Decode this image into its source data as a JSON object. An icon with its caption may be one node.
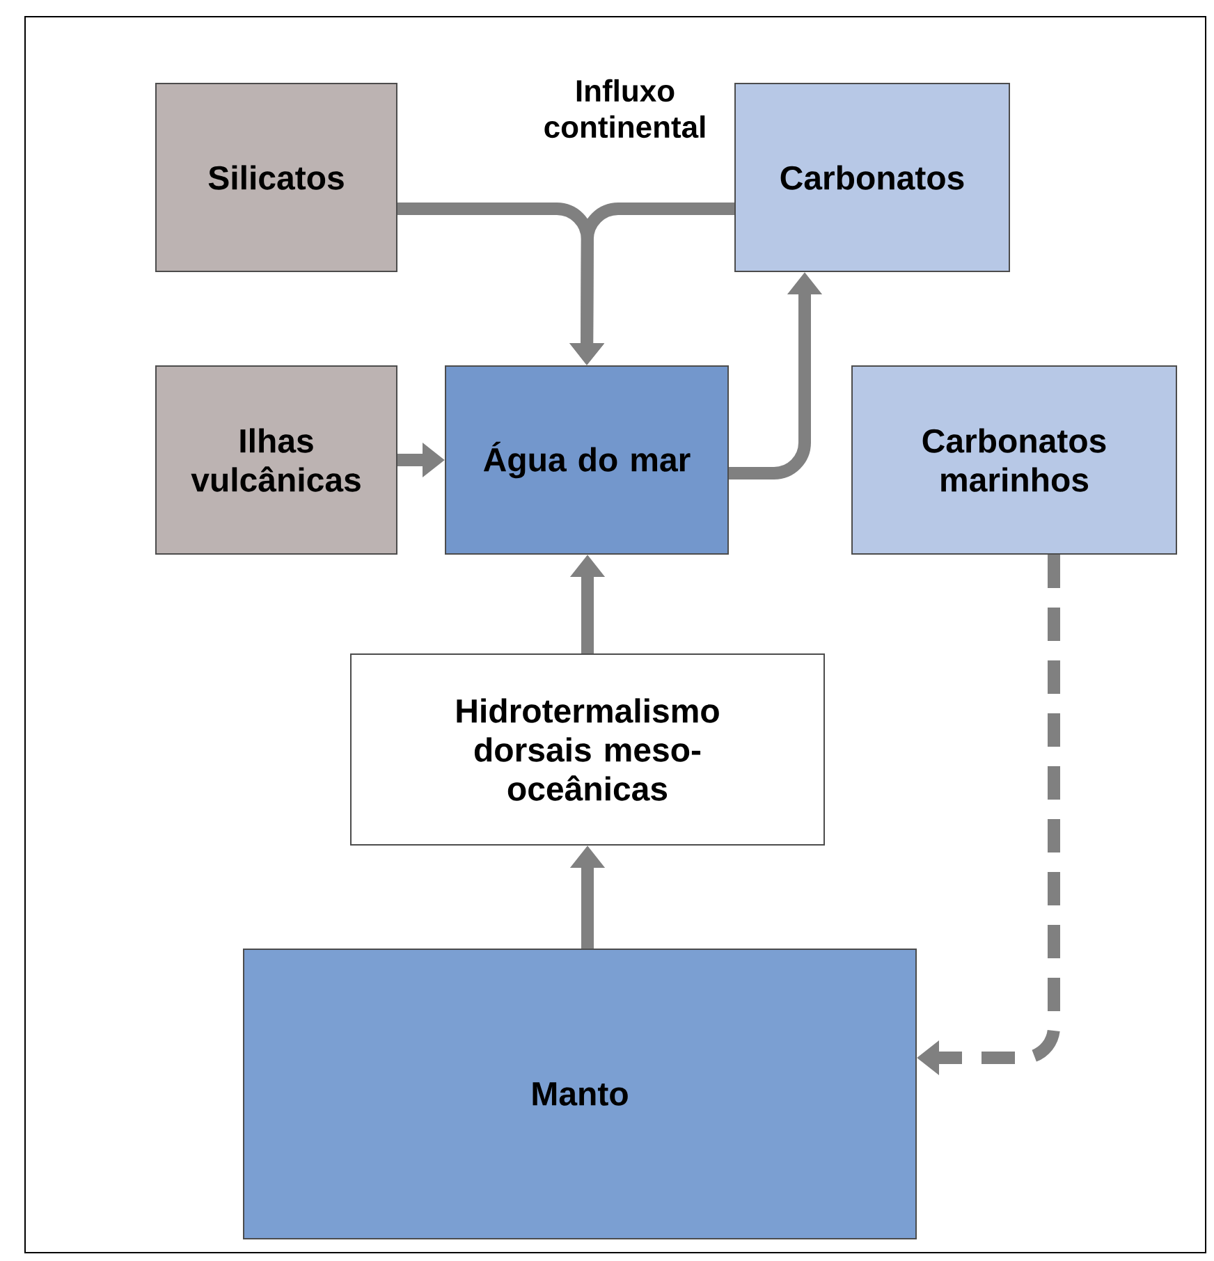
{
  "diagram": {
    "nodes": [
      {
        "text": [
          "Silicatos"
        ]
      },
      {
        "text": [
          "Carbonatos"
        ]
      },
      {
        "text": [
          "Ilhas vulcânicas"
        ]
      },
      {
        "text": [
          "Água do mar"
        ]
      },
      {
        "text": [
          "Carbonatos marinhos"
        ]
      },
      {
        "text": [
          "Hidrotermalismo dorsais meso-oceânicas"
        ]
      },
      {
        "text": [
          "Manto"
        ]
      }
    ],
    "edges": [
      {
        "from": 0,
        "to": 3,
        "arrow": "to"
      },
      {
        "from": 1,
        "to": 3,
        "arrow": "to"
      },
      {
        "from": 2,
        "to": 3,
        "arrow": "to"
      },
      {
        "from": 3,
        "to": 1,
        "arrow": "to"
      },
      {
        "from": 5,
        "to": 3,
        "arrow": "to"
      },
      {
        "from": 6,
        "to": 5,
        "arrow": "to"
      },
      {
        "from": 4,
        "to": 6,
        "arrow": "to",
        "style": "dashed"
      }
    ],
    "labels": [
      "Influxo continental"
    ]
  }
}
